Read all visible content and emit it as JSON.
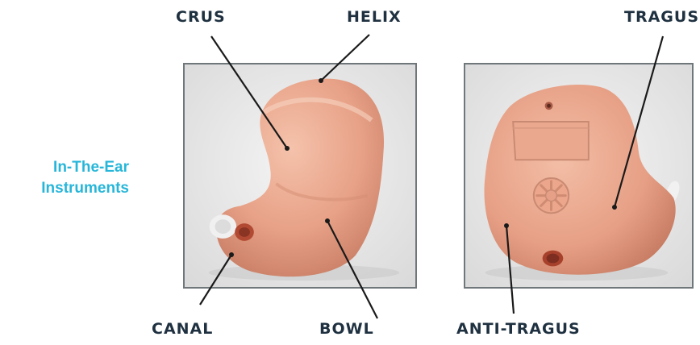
{
  "title_lines": [
    "In-The-Ear",
    "Instruments"
  ],
  "labels": {
    "crus": "CRUS",
    "helix": "HELIX",
    "tragus": "TRAGUS",
    "canal": "CANAL",
    "bowl": "BOWL",
    "anti_tragus": "ANTI-TRAGUS"
  },
  "colors": {
    "title": "#27b6d9",
    "label": "#1f3140",
    "leader": "#1a1a1a",
    "shell": "#e8a58c",
    "frame": "#6f777b"
  }
}
